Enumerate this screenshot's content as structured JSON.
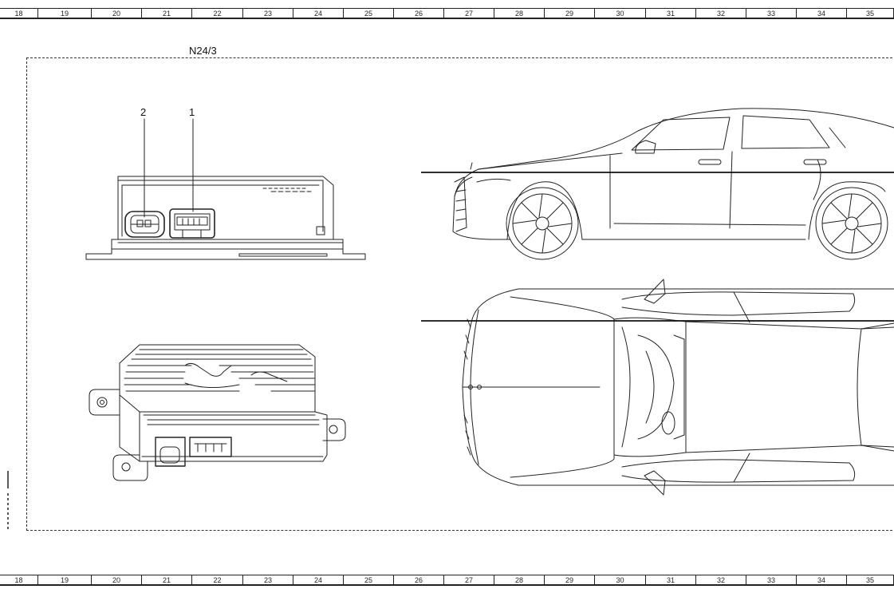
{
  "grid_numbers": [
    "18",
    "19",
    "20",
    "21",
    "22",
    "23",
    "24",
    "25",
    "26",
    "27",
    "28",
    "29",
    "30",
    "31",
    "32",
    "33",
    "34",
    "35"
  ],
  "component_label": "N24/3",
  "callouts": {
    "connector_1": "1",
    "connector_2": "2"
  }
}
